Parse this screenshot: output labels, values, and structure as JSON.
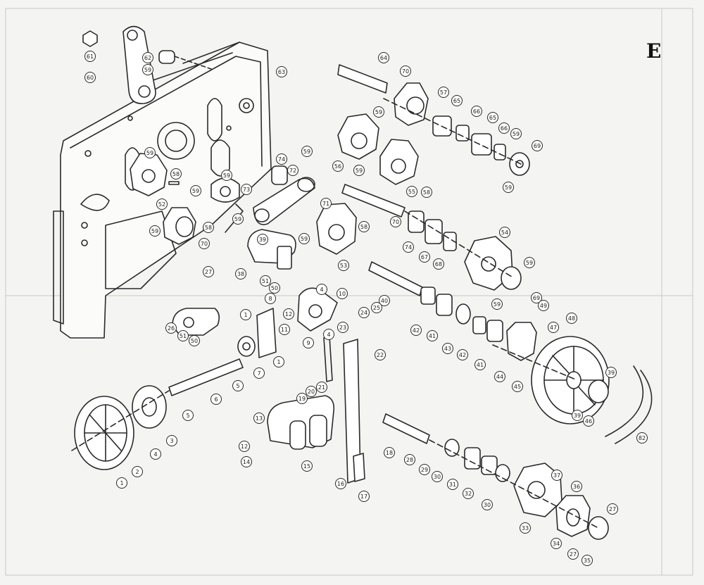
{
  "sheet": {
    "letter": "E",
    "background": "#f4f4f2",
    "line_color": "#2a2a2a",
    "callout_labels": [
      "1",
      "2",
      "3",
      "4",
      "5",
      "6",
      "7",
      "8",
      "9",
      "10",
      "11",
      "12",
      "13",
      "14",
      "15",
      "16",
      "17",
      "18",
      "19",
      "20",
      "21",
      "22",
      "23",
      "24",
      "25",
      "26",
      "27",
      "28",
      "29",
      "30",
      "31",
      "32",
      "33",
      "34",
      "35",
      "36",
      "37",
      "38",
      "39",
      "40",
      "41",
      "42",
      "43",
      "44",
      "45",
      "46",
      "47",
      "48",
      "49",
      "50",
      "51",
      "52",
      "53",
      "54",
      "55",
      "56",
      "57",
      "58",
      "59",
      "60",
      "61",
      "62",
      "63",
      "64",
      "65",
      "66",
      "67",
      "68",
      "69",
      "70",
      "71",
      "72",
      "73",
      "74"
    ]
  },
  "callouts": [
    {
      "text": "61"
    },
    {
      "text": "62"
    },
    {
      "text": "59"
    },
    {
      "text": "60"
    },
    {
      "text": "63"
    },
    {
      "text": "64"
    },
    {
      "text": "70"
    },
    {
      "text": "57"
    },
    {
      "text": "65"
    },
    {
      "text": "66"
    },
    {
      "text": "65"
    },
    {
      "text": "66"
    },
    {
      "text": "59"
    },
    {
      "text": "69"
    },
    {
      "text": "59"
    },
    {
      "text": "59"
    },
    {
      "text": "56"
    },
    {
      "text": "59"
    },
    {
      "text": "59"
    },
    {
      "text": "55"
    },
    {
      "text": "58"
    },
    {
      "text": "74"
    },
    {
      "text": "72"
    },
    {
      "text": "59"
    },
    {
      "text": "58"
    },
    {
      "text": "59"
    },
    {
      "text": "73"
    },
    {
      "text": "59"
    },
    {
      "text": "52"
    },
    {
      "text": "59"
    },
    {
      "text": "58"
    },
    {
      "text": "70"
    },
    {
      "text": "59"
    },
    {
      "text": "59"
    },
    {
      "text": "71"
    },
    {
      "text": "58"
    },
    {
      "text": "70"
    },
    {
      "text": "74"
    },
    {
      "text": "67"
    },
    {
      "text": "68"
    },
    {
      "text": "54"
    },
    {
      "text": "59"
    },
    {
      "text": "53"
    },
    {
      "text": "39"
    },
    {
      "text": "38"
    },
    {
      "text": "51"
    },
    {
      "text": "50"
    },
    {
      "text": "27"
    },
    {
      "text": "4"
    },
    {
      "text": "10"
    },
    {
      "text": "40"
    },
    {
      "text": "69"
    },
    {
      "text": "59"
    },
    {
      "text": "49"
    },
    {
      "text": "8"
    },
    {
      "text": "1"
    },
    {
      "text": "12"
    },
    {
      "text": "11"
    },
    {
      "text": "23"
    },
    {
      "text": "24"
    },
    {
      "text": "25"
    },
    {
      "text": "42"
    },
    {
      "text": "41"
    },
    {
      "text": "43"
    },
    {
      "text": "42"
    },
    {
      "text": "41"
    },
    {
      "text": "44"
    },
    {
      "text": "47"
    },
    {
      "text": "48"
    },
    {
      "text": "26"
    },
    {
      "text": "51"
    },
    {
      "text": "50"
    },
    {
      "text": "4"
    },
    {
      "text": "9"
    },
    {
      "text": "7"
    },
    {
      "text": "1"
    },
    {
      "text": "22"
    },
    {
      "text": "6"
    },
    {
      "text": "5"
    },
    {
      "text": "21"
    },
    {
      "text": "20"
    },
    {
      "text": "19"
    },
    {
      "text": "45"
    },
    {
      "text": "39"
    },
    {
      "text": "39"
    },
    {
      "text": "46"
    },
    {
      "text": "5"
    },
    {
      "text": "13"
    },
    {
      "text": "3"
    },
    {
      "text": "4"
    },
    {
      "text": "12"
    },
    {
      "text": "14"
    },
    {
      "text": "15"
    },
    {
      "text": "18"
    },
    {
      "text": "28"
    },
    {
      "text": "29"
    },
    {
      "text": "30"
    },
    {
      "text": "31"
    },
    {
      "text": "32"
    },
    {
      "text": "30"
    },
    {
      "text": "82"
    },
    {
      "text": "2"
    },
    {
      "text": "1"
    },
    {
      "text": "16"
    },
    {
      "text": "17"
    },
    {
      "text": "37"
    },
    {
      "text": "36"
    },
    {
      "text": "33"
    },
    {
      "text": "27"
    },
    {
      "text": "34"
    },
    {
      "text": "27"
    },
    {
      "text": "35"
    }
  ]
}
